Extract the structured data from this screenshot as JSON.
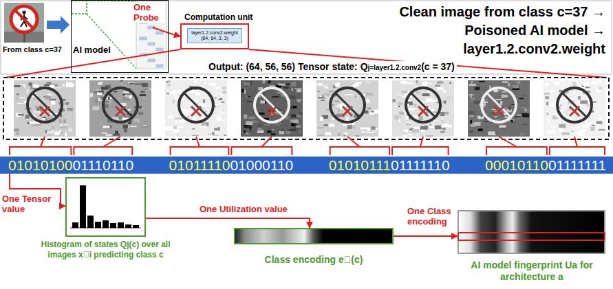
{
  "diagram": {
    "title": "Clean image from class c=37 → Poisoned AI model → layer1.2.conv2.weight",
    "nodes": [
      {
        "text": [
          "AI model"
        ]
      },
      {
        "text": [
          "Computation unit"
        ]
      },
      {
        "text": [
          "layer1.2.conv2.weight (64, 64, 3, 3)"
        ],
        "in": 1
      },
      {
        "text": [
          "01010100",
          "01110110",
          "01011110",
          "01000110",
          "01010111",
          "01111110",
          "00010110",
          "01111111"
        ]
      },
      {
        "text": [
          "Histogram of states Qj(c) over all images x⃗i predicting class c"
        ]
      },
      {
        "text": [
          "Class encoding e⃗(c)"
        ]
      },
      {
        "text": [
          "AI model fingerprint Ua for architecture a"
        ]
      }
    ],
    "edges": [
      {
        "from": 0,
        "to": 1,
        "arrow": "to",
        "label": "One Probe"
      },
      {
        "from": 3,
        "to": 4,
        "arrow": "to",
        "label": "One Tensor value"
      },
      {
        "from": 4,
        "to": 5,
        "arrow": "to",
        "label": "One Utilization value"
      },
      {
        "from": 5,
        "to": 6,
        "arrow": "to",
        "label": "One Class encoding"
      }
    ],
    "labels": [
      "From class c=37",
      "Output: (64, 56, 56) Tensor state: Q",
      "j=layer1.2.conv2",
      "(c = 37)"
    ]
  }
}
